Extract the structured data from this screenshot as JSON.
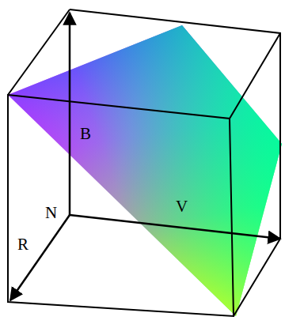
{
  "diagram": {
    "labels": [
      "B⃗",
      "N",
      "V⃗",
      "R⃗"
    ]
  }
}
